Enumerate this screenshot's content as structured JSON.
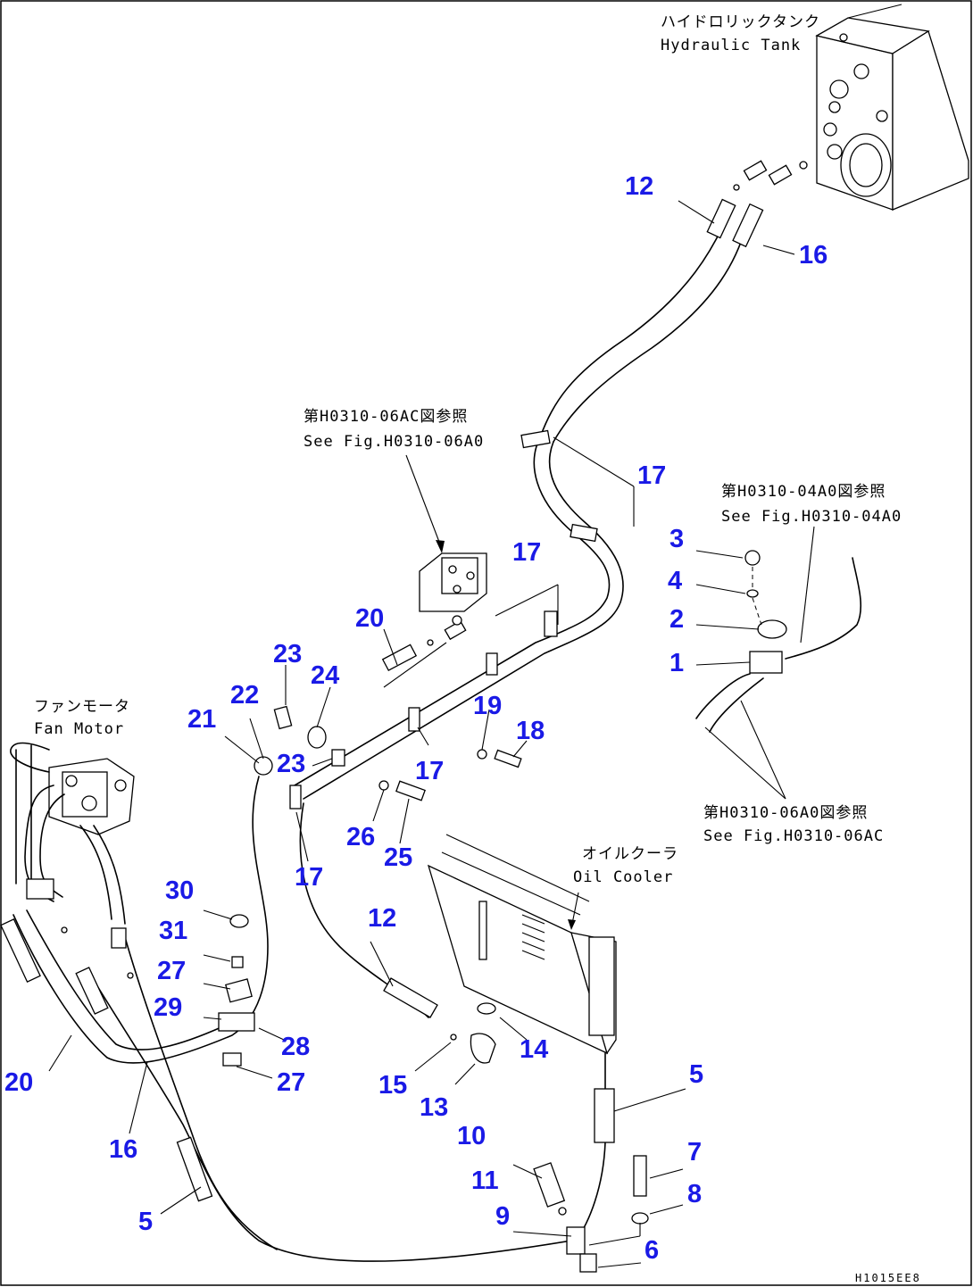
{
  "annotations": {
    "tank_jp": "ハイドロリックタンク",
    "tank_en": "Hydraulic Tank",
    "ref1_jp": "第H0310-06AC図参照",
    "ref1_en": "See Fig.H0310-06A0",
    "ref2_jp": "第H0310-04A0図参照",
    "ref2_en": "See Fig.H0310-04A0",
    "ref3_jp": "第H0310-06A0図参照",
    "ref3_en": "See Fig.H0310-06AC",
    "fan_jp": "ファンモータ",
    "fan_en": "Fan Motor",
    "cooler_jp": "オイルクーラ",
    "cooler_en": "Oil Cooler",
    "drawing_code": "H1015EE8"
  },
  "callouts": [
    {
      "id": "c12a",
      "text": "12"
    },
    {
      "id": "c16a",
      "text": "16"
    },
    {
      "id": "c17a",
      "text": "17"
    },
    {
      "id": "c3",
      "text": "3"
    },
    {
      "id": "c4",
      "text": "4"
    },
    {
      "id": "c2",
      "text": "2"
    },
    {
      "id": "c1",
      "text": "1"
    },
    {
      "id": "c17b",
      "text": "17"
    },
    {
      "id": "c20a",
      "text": "20"
    },
    {
      "id": "c23a",
      "text": "23"
    },
    {
      "id": "c24",
      "text": "24"
    },
    {
      "id": "c22",
      "text": "22"
    },
    {
      "id": "c21",
      "text": "21"
    },
    {
      "id": "c23b",
      "text": "23"
    },
    {
      "id": "c19",
      "text": "19"
    },
    {
      "id": "c18",
      "text": "18"
    },
    {
      "id": "c17c",
      "text": "17"
    },
    {
      "id": "c26",
      "text": "26"
    },
    {
      "id": "c25",
      "text": "25"
    },
    {
      "id": "c17d",
      "text": "17"
    },
    {
      "id": "c30",
      "text": "30"
    },
    {
      "id": "c31",
      "text": "31"
    },
    {
      "id": "c12b",
      "text": "12"
    },
    {
      "id": "c27a",
      "text": "27"
    },
    {
      "id": "c29",
      "text": "29"
    },
    {
      "id": "c28",
      "text": "28"
    },
    {
      "id": "c14",
      "text": "14"
    },
    {
      "id": "c27b",
      "text": "27"
    },
    {
      "id": "c20b",
      "text": "20"
    },
    {
      "id": "c15",
      "text": "15"
    },
    {
      "id": "c13",
      "text": "13"
    },
    {
      "id": "c5a",
      "text": "5"
    },
    {
      "id": "c16b",
      "text": "16"
    },
    {
      "id": "c10",
      "text": "10"
    },
    {
      "id": "c7",
      "text": "7"
    },
    {
      "id": "c11",
      "text": "11"
    },
    {
      "id": "c8",
      "text": "8"
    },
    {
      "id": "c9",
      "text": "9"
    },
    {
      "id": "c5b",
      "text": "5"
    },
    {
      "id": "c6",
      "text": "6"
    }
  ]
}
